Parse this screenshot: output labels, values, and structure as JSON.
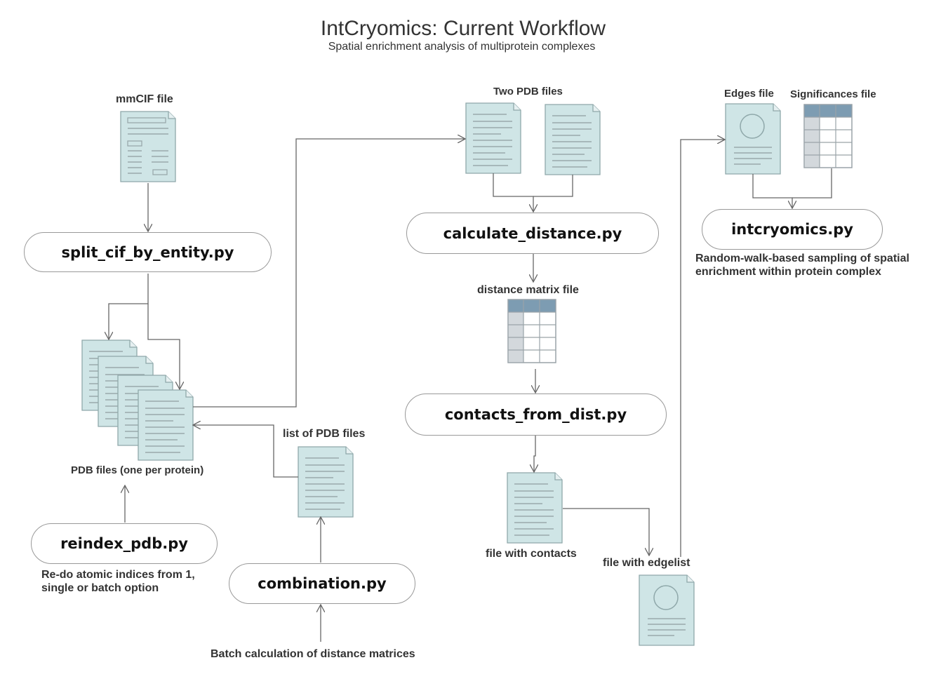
{
  "title": "IntCryomics: Current Workflow",
  "subtitle": "Spatial enrichment analysis of multiprotein complexes",
  "scripts": {
    "split_cif": "split_cif_by_entity.py",
    "reindex": "reindex_pdb.py",
    "combination": "combination.py",
    "calc_distance": "calculate_distance.py",
    "contacts": "contacts_from_dist.py",
    "intcryomics": "intcryomics.py"
  },
  "files": {
    "mmcif": "mmCIF file",
    "pdb_files": "PDB files (one per protein)",
    "list_pdb": "list of PDB files",
    "two_pdb": "Two PDB files",
    "distance_matrix": "distance matrix file",
    "contacts_file": "file with contacts",
    "edgelist": "file with edgelist",
    "edges": "Edges file",
    "significances": "Significances file"
  },
  "descriptions": {
    "reindex_line1": "Re-do atomic indices from 1,",
    "reindex_line2": "single or batch option",
    "batch": "Batch calculation of distance matrices",
    "intcryomics_line1": "Random-walk-based sampling of spatial",
    "intcryomics_line2": "enrichment within protein complex"
  },
  "colors": {
    "doc_fill": "#cfe5e6",
    "doc_stroke": "#8fa8aa",
    "table_header": "#7d9cb2",
    "table_side": "#d3d8dc",
    "arrow": "#555555"
  },
  "icons": [
    "document-icon",
    "table-icon",
    "network-doc-icon"
  ]
}
